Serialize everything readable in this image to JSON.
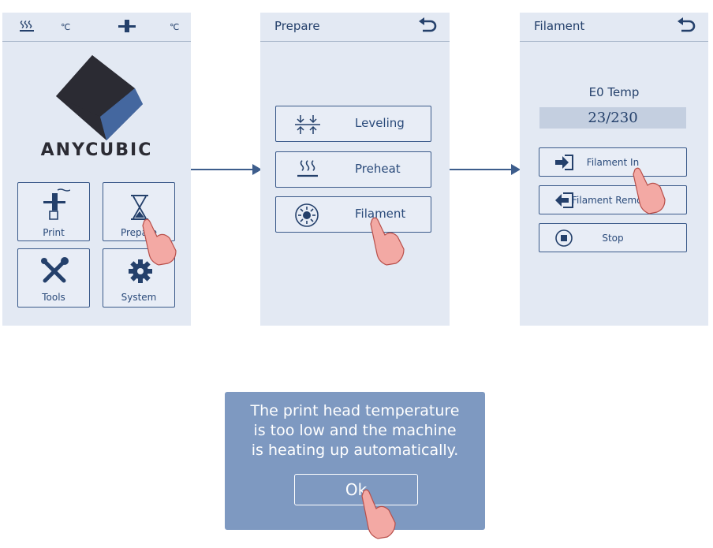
{
  "screen1": {
    "status": {
      "bed_temp_unit": "℃",
      "nozzle_temp_unit": "℃"
    },
    "logo_text": "ANYCUBIC",
    "menu": [
      {
        "label": "Print",
        "icon": "print-head-icon"
      },
      {
        "label": "Prepare",
        "icon": "hourglass-icon"
      },
      {
        "label": "Tools",
        "icon": "tools-icon"
      },
      {
        "label": "System",
        "icon": "gear-icon"
      }
    ]
  },
  "screen2": {
    "title": "Prepare",
    "buttons": [
      {
        "label": "Leveling",
        "icon": "leveling-icon"
      },
      {
        "label": "Preheat",
        "icon": "heat-icon"
      },
      {
        "label": "Filament",
        "icon": "filament-icon"
      }
    ]
  },
  "screen3": {
    "title": "Filament",
    "temp_label": "E0 Temp",
    "temp_value": "23/230",
    "buttons": [
      {
        "label": "Filament In",
        "icon": "filament-in-icon"
      },
      {
        "label": "Filament Remove",
        "icon": "filament-remove-icon"
      },
      {
        "label": "Stop",
        "icon": "stop-icon"
      }
    ]
  },
  "dialog": {
    "lines": [
      "The print head temperature",
      "is too low and the machine",
      "is heating up automatically."
    ],
    "ok_label": "Ok"
  },
  "colors": {
    "panel_bg": "#e3e9f3",
    "accent": "#24406b",
    "dialog_bg": "#7e99c1"
  }
}
